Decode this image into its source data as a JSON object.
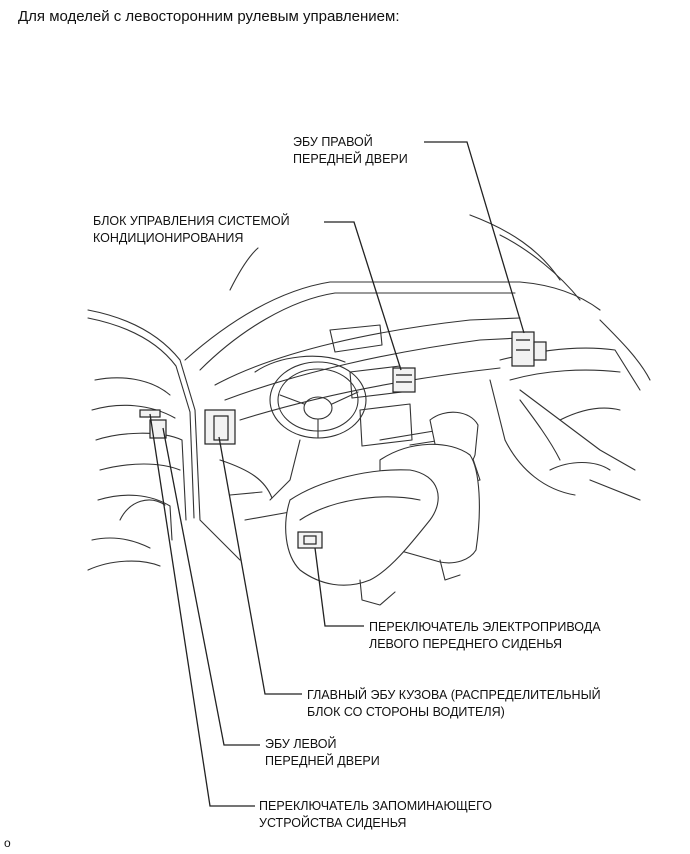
{
  "header": {
    "title": "Для моделей с левосторонним рулевым управлением:"
  },
  "labels": {
    "right_front_door_ecu": [
      "ЭБУ ПРАВОЙ",
      "ПЕРЕДНЕЙ ДВЕРИ"
    ],
    "ac_control_unit": [
      "БЛОК УПРАВЛЕНИЯ СИСТЕМОЙ",
      "КОНДИЦИОНИРОВАНИЯ"
    ],
    "left_front_seat_switch": [
      "ПЕРЕКЛЮЧАТЕЛЬ ЭЛЕКТРОПРИВОДА",
      "ЛЕВОГО ПЕРЕДНЕГО СИДЕНЬЯ"
    ],
    "main_body_ecu": [
      "ГЛАВНЫЙ ЭБУ КУЗОВА (РАСПРЕДЕЛИТЕЛЬНЫЙ",
      "БЛОК СО СТОРОНЫ ВОДИТЕЛЯ)"
    ],
    "left_front_door_ecu": [
      "ЭБУ ЛЕВОЙ",
      "ПЕРЕДНЕЙ ДВЕРИ"
    ],
    "seat_memory_switch": [
      "ПЕРЕКЛЮЧАТЕЛЬ ЗАПОМИНАЮЩЕГО",
      "УСТРОЙСТВА СИДЕНЬЯ"
    ]
  },
  "footer": {
    "corner_mark": "о"
  }
}
